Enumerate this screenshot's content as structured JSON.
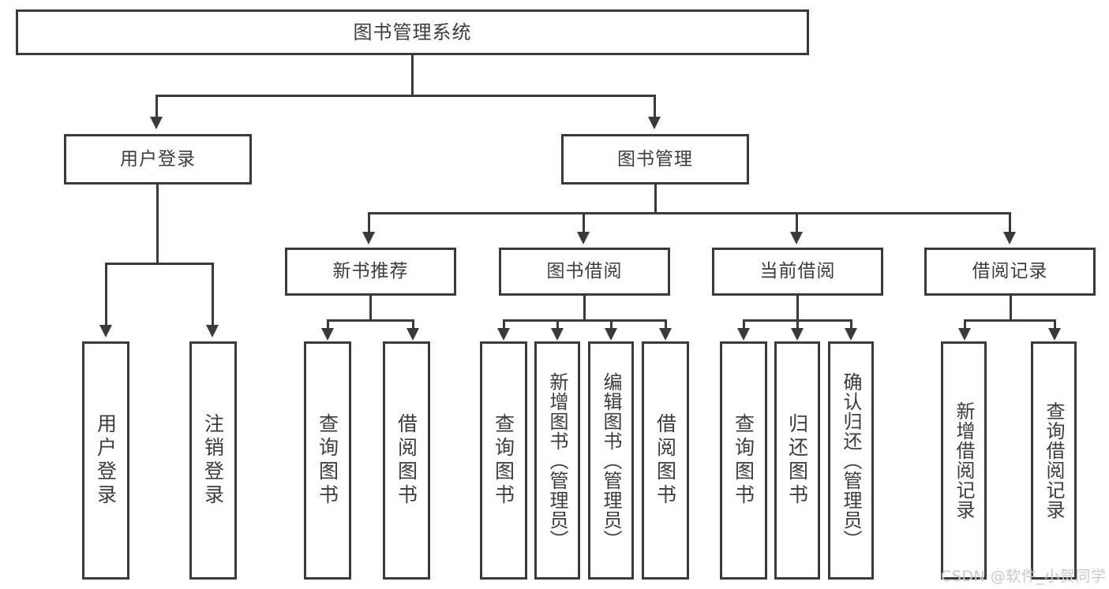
{
  "diagram": {
    "title": "图书管理系统",
    "type": "hierarchy-tree",
    "watermark": "CSDN @软件_小贺同学",
    "colors": {
      "stroke": "#3a3a3a",
      "text": "#3c3c3c",
      "background": "#ffffff",
      "watermark": "#c9c9c9"
    },
    "root": {
      "label": "图书管理系统"
    },
    "level1": [
      {
        "label": "用户登录"
      },
      {
        "label": "图书管理"
      }
    ],
    "level2": [
      {
        "label": "新书推荐"
      },
      {
        "label": "图书借阅"
      },
      {
        "label": "当前借阅"
      },
      {
        "label": "借阅记录"
      }
    ],
    "leaves": {
      "user_login": [
        {
          "label": "用户登录"
        },
        {
          "label": "注销登录"
        }
      ],
      "new_book_recommend": [
        {
          "label": "查询图书"
        },
        {
          "label": "借阅图书"
        }
      ],
      "book_borrow": [
        {
          "label": "查询图书"
        },
        {
          "label": "新增图书（管理员）"
        },
        {
          "label": "编辑图书（管理员）"
        },
        {
          "label": "借阅图书"
        }
      ],
      "current_borrow": [
        {
          "label": "查询图书"
        },
        {
          "label": "归还图书"
        },
        {
          "label": "确认归还（管理员）"
        }
      ],
      "borrow_record": [
        {
          "label": "新增借阅记录"
        },
        {
          "label": "查询借阅记录"
        }
      ]
    }
  }
}
